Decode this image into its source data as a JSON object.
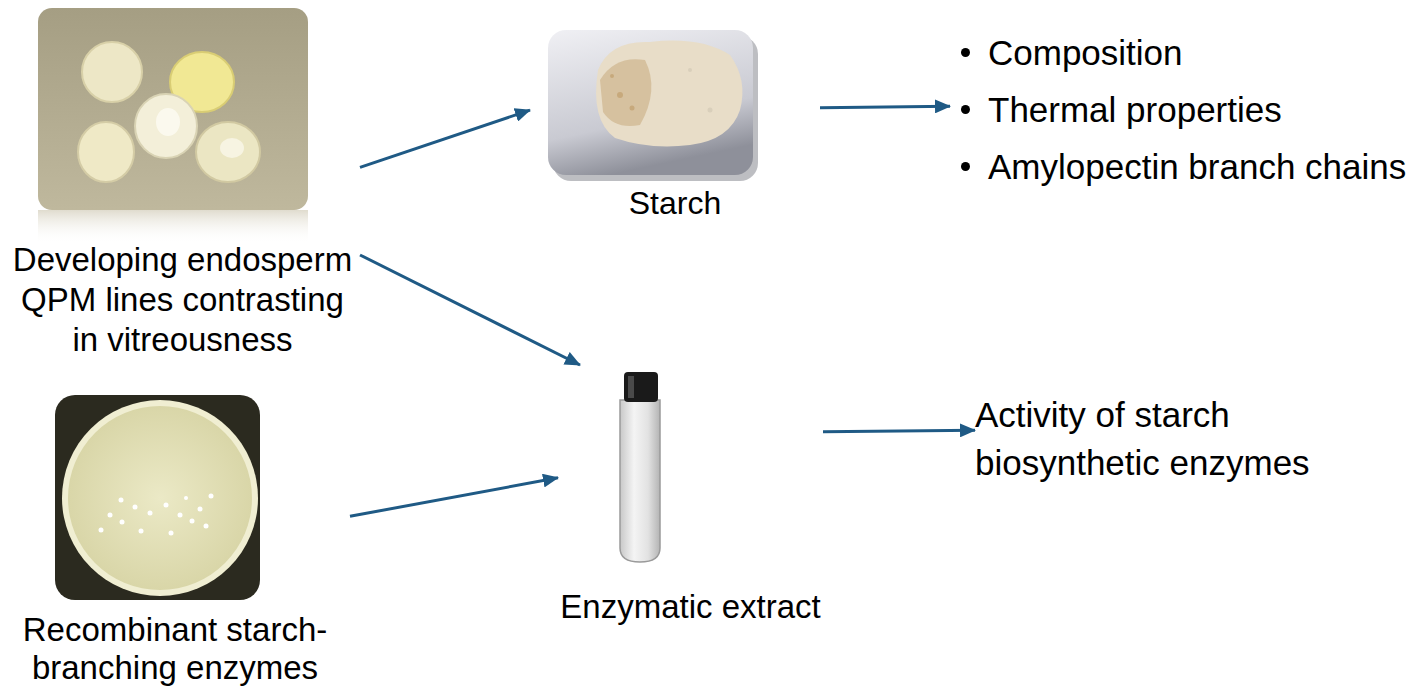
{
  "diagram": {
    "nodes": [
      {
        "text": [
          "Developing endosperm QPM lines contrasting in vitreousness"
        ]
      },
      {
        "text": [
          "Starch"
        ]
      },
      {
        "text": [
          "Composition",
          "Thermal properties",
          "Amylopectin branch chains"
        ]
      },
      {
        "text": [
          "Enzymatic extract"
        ]
      },
      {
        "text": [
          "Activity of starch biosynthetic enzymes"
        ]
      },
      {
        "text": [
          "Recombinant starch-branching enzymes"
        ]
      }
    ],
    "edges": [
      {
        "from": 0,
        "to": 1,
        "arrow": "to"
      },
      {
        "from": 1,
        "to": 2,
        "arrow": "to"
      },
      {
        "from": 0,
        "to": 3,
        "arrow": "to"
      },
      {
        "from": 5,
        "to": 3,
        "arrow": "to"
      },
      {
        "from": 3,
        "to": 4,
        "arrow": "to"
      }
    ]
  }
}
